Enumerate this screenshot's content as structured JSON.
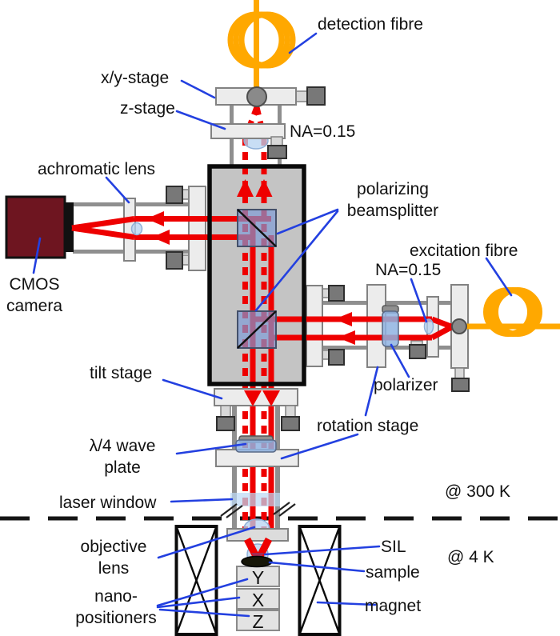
{
  "labels": {
    "detection_fibre": "detection fibre",
    "xy_stage": "x/y-stage",
    "z_stage": "z-stage",
    "na_top": "NA=0.15",
    "achromatic_lens": "achromatic lens",
    "cmos_camera": [
      "CMOS",
      "camera"
    ],
    "polarizing_beamsplitter": [
      "polarizing",
      "beamsplitter"
    ],
    "excitation_fibre": "excitation fibre",
    "na_right": "NA=0.15",
    "polarizer": "polarizer",
    "rotation_stage": "rotation stage",
    "tilt_stage": "tilt stage",
    "quarter_wave_plate": [
      "λ/4 wave",
      "plate"
    ],
    "laser_window": "laser window",
    "temp_300k": "@ 300 K",
    "temp_4k": "@ 4 K",
    "objective_lens": [
      "objective",
      "lens"
    ],
    "sil": "SIL",
    "sample": "sample",
    "magnet": "magnet",
    "nano_positioners": [
      "nano-",
      "positioners"
    ],
    "positioner_axes": [
      "Y",
      "X",
      "Z"
    ]
  },
  "colors": {
    "beam_red": "#ee0000",
    "fiber_orange": "#ffa800",
    "leader_blue": "#2340e0",
    "beamsplitter_blue": "#7d9bd7",
    "lens_blue": "#b5d3f2",
    "camera_maroon": "#6e1520",
    "box_gray": "#c4c4c4",
    "plate_gray": "#ececec",
    "rail_gray": "#8f8f8f",
    "knob_gray": "#787878",
    "boundary_black": "#151515"
  }
}
